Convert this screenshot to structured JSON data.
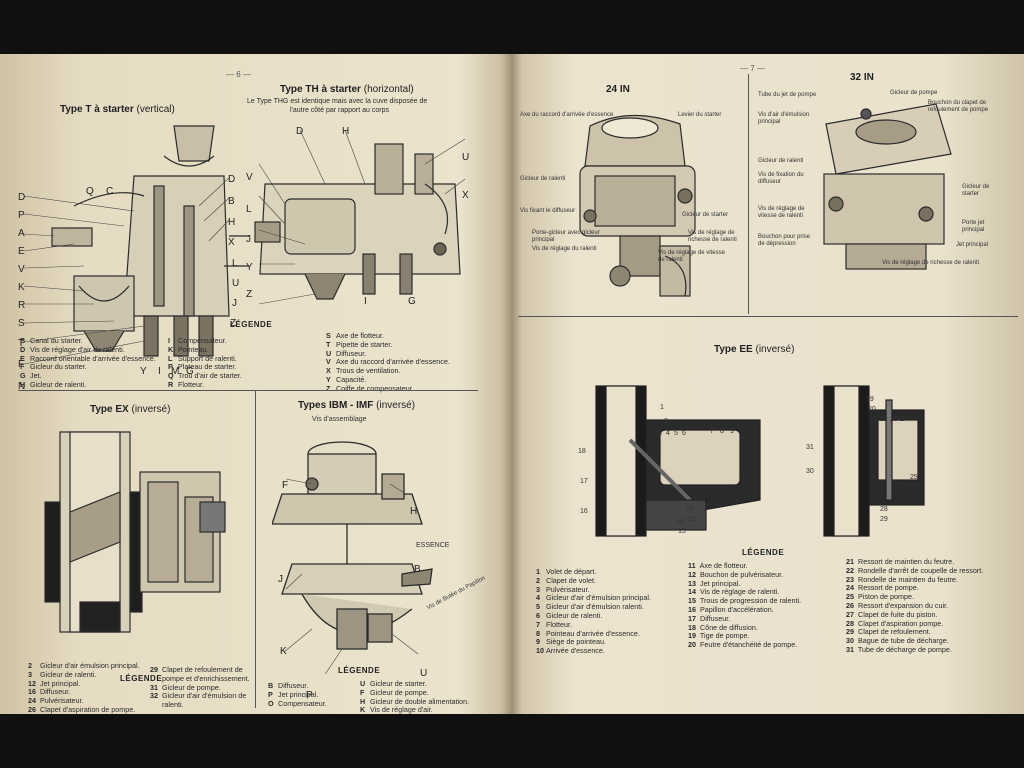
{
  "left_page": {
    "page_number": "— 6 —",
    "type_t": {
      "title": "Type T à starter",
      "mode": "(vertical)",
      "labels_left": [
        "D",
        "P",
        "A",
        "E",
        "V",
        "K",
        "R",
        "S",
        "T",
        "F",
        "N"
      ],
      "labels_top": [
        "Q",
        "C"
      ],
      "labels_right": [
        "D",
        "B",
        "H",
        "X",
        "L",
        "U",
        "J",
        "Z"
      ],
      "labels_bottom": [
        "Y",
        "I",
        "M",
        "G"
      ]
    },
    "type_th": {
      "title": "Type TH à starter",
      "mode": "(horizontal)",
      "note_line1": "Le Type THG est identique mais avec la cuve disposée de",
      "note_line2": "l'autre côté par rapport au corps",
      "labels_top": [
        "D",
        "H"
      ],
      "labels_left": [
        "V",
        "L",
        "J",
        "Y",
        "Z"
      ],
      "labels_right": [
        "U",
        "X"
      ],
      "labels_bottom": [
        "I",
        "G"
      ]
    },
    "legend_title": "LÉGENDE",
    "legend_cols": [
      [
        {
          "k": "B",
          "v": "Canal du starter."
        },
        {
          "k": "D",
          "v": "Vis de réglage d'air de ralenti."
        },
        {
          "k": "E",
          "v": "Raccord orientable d'arrivée d'essence."
        },
        {
          "k": "F",
          "v": "Gicleur du starter."
        },
        {
          "k": "G",
          "v": "Jet."
        },
        {
          "k": "H",
          "v": "Gicleur de ralenti."
        }
      ],
      [
        {
          "k": "I",
          "v": "Compensateur."
        },
        {
          "k": "K",
          "v": "Pointeau."
        },
        {
          "k": "L",
          "v": "Support de ralenti."
        },
        {
          "k": "P",
          "v": "Plateau de starter."
        },
        {
          "k": "Q",
          "v": "Trou d'air de starter."
        },
        {
          "k": "R",
          "v": "Flotteur."
        }
      ],
      [
        {
          "k": "S",
          "v": "Axe de flotteur."
        },
        {
          "k": "T",
          "v": "Pipette de starter."
        },
        {
          "k": "U",
          "v": "Diffuseur."
        },
        {
          "k": "V",
          "v": "Axe du raccord d'arrivée d'essence."
        },
        {
          "k": "X",
          "v": "Trous de ventilation."
        },
        {
          "k": "Y",
          "v": "Capacité."
        },
        {
          "k": "Z",
          "v": "Coiffe de compensateur."
        }
      ]
    ],
    "type_ex": {
      "title": "Type EX",
      "mode": "(inversé)",
      "legend_title": "LÉGENDE",
      "legend": [
        {
          "k": "2",
          "v": "Gicleur d'air émulsion principal."
        },
        {
          "k": "3",
          "v": "Gicleur de ralenti."
        },
        {
          "k": "12",
          "v": "Jet principal."
        },
        {
          "k": "16",
          "v": "Diffuseur."
        },
        {
          "k": "24",
          "v": "Pulvérisateur."
        },
        {
          "k": "26",
          "v": "Clapet d'aspiration de pompe."
        }
      ],
      "legend2": [
        {
          "k": "29",
          "v": "Clapet de refoulement de"
        },
        {
          "k": "",
          "v": "pompe et d'enrichissement."
        },
        {
          "k": "31",
          "v": "Gicleur de pompe."
        },
        {
          "k": "32",
          "v": "Gicleur d'air d'émulsion de"
        },
        {
          "k": "",
          "v": "ralenti."
        }
      ]
    },
    "type_ibm": {
      "title": "Types IBM - IMF",
      "mode": "(inversé)",
      "callout_top": "Vis d'assemblage",
      "callout_right": "ESSENCE",
      "callout_slant": "Vis de Butée du Papillon",
      "labels": [
        "F",
        "H",
        "J",
        "B",
        "K",
        "U",
        "P"
      ],
      "legend_title": "LÉGENDE",
      "legend1": [
        {
          "k": "B",
          "v": "Diffuseur."
        },
        {
          "k": "P",
          "v": "Jet principal."
        },
        {
          "k": "O",
          "v": "Compensateur."
        }
      ],
      "legend2": [
        {
          "k": "U",
          "v": "Gicleur de starter."
        },
        {
          "k": "F",
          "v": "Gicleur de pompe."
        },
        {
          "k": "H",
          "v": "Gicleur de double alimentation."
        },
        {
          "k": "K",
          "v": "Vis de réglage d'air."
        }
      ]
    }
  },
  "right_page": {
    "page_number": "— 7 —",
    "type_24in": {
      "title": "24 IN",
      "callouts_left": [
        "Axe du raccord d'arrivée d'essence",
        "Gicleur de ralenti",
        "Vis fixant le diffuseur",
        "Porte-gicleur avec gicleur principal",
        "Vis de réglage du ralenti"
      ],
      "callouts_right": [
        "Levier du starter",
        "Gicleur de starter",
        "Vis de réglage de richesse de ralenti",
        "Vis de réglage de vitesse de ralenti"
      ]
    },
    "type_32in": {
      "title": "32 IN",
      "callouts_left": [
        "Tube du jet de pompe",
        "Vis d'air d'émulsion principal",
        "Gicleur de ralenti",
        "Vis de fixation du diffuseur",
        "Vis de réglage de vitesse de ralenti",
        "Bouchon pour prise de dépression"
      ],
      "callouts_right": [
        "Gicleur de pompe",
        "Bouchon du clapet de refoulement de pompe",
        "Gicleur de starter",
        "Porte jet principal",
        "Jet principal",
        "Vis de réglage de richesse de ralenti"
      ]
    },
    "type_ee": {
      "title": "Type EE",
      "mode": "(inversé)",
      "numbers_left": [
        "1",
        "2",
        "3",
        "4",
        "5",
        "6",
        "7",
        "8",
        "9",
        "11",
        "10",
        "18",
        "17",
        "16",
        "14",
        "12",
        "13",
        "15"
      ],
      "numbers_right": [
        "19",
        "20",
        "21",
        "22",
        "23",
        "24",
        "31",
        "30",
        "25",
        "26",
        "27",
        "28",
        "29"
      ]
    },
    "legend_title": "LÉGENDE",
    "legend_cols": [
      [
        {
          "k": "1",
          "v": "Volet de départ."
        },
        {
          "k": "2",
          "v": "Clapet de volet."
        },
        {
          "k": "3",
          "v": "Pulvérisateur."
        },
        {
          "k": "4",
          "v": "Gicleur d'air d'émulsion principal."
        },
        {
          "k": "5",
          "v": "Gicleur d'air d'émulsion ralenti."
        },
        {
          "k": "6",
          "v": "Gicleur de ralenti."
        },
        {
          "k": "7",
          "v": "Flotteur."
        },
        {
          "k": "8",
          "v": "Pointeau d'arrivée d'essence."
        },
        {
          "k": "9",
          "v": "Siège de pointeau."
        },
        {
          "k": "10",
          "v": "Arrivée d'essence."
        }
      ],
      [
        {
          "k": "11",
          "v": "Axe de flotteur."
        },
        {
          "k": "12",
          "v": "Bouchon de pulvérisateur."
        },
        {
          "k": "13",
          "v": "Jet principal."
        },
        {
          "k": "14",
          "v": "Vis de réglage de ralenti."
        },
        {
          "k": "15",
          "v": "Trous de progression de ralenti."
        },
        {
          "k": "16",
          "v": "Papillon d'accélération."
        },
        {
          "k": "17",
          "v": "Diffuseur."
        },
        {
          "k": "18",
          "v": "Cône de diffusion."
        },
        {
          "k": "19",
          "v": "Tige de pompe."
        },
        {
          "k": "20",
          "v": "Feutre d'étanchéité de pompe."
        }
      ],
      [
        {
          "k": "21",
          "v": "Ressort de maintien du feutre."
        },
        {
          "k": "22",
          "v": "Rondelle d'arrêt de coupelle de ressort."
        },
        {
          "k": "23",
          "v": "Rondelle de maintien du feutre."
        },
        {
          "k": "24",
          "v": "Ressort de pompe."
        },
        {
          "k": "25",
          "v": "Piston de pompe."
        },
        {
          "k": "26",
          "v": "Ressort d'expansion du cuir."
        },
        {
          "k": "27",
          "v": "Clapet de fuite du piston."
        },
        {
          "k": "28",
          "v": "Clapet d'aspiration pompe."
        },
        {
          "k": "29",
          "v": "Clapet de refoulement."
        },
        {
          "k": "30",
          "v": "Bague de tube de décharge."
        },
        {
          "k": "31",
          "v": "Tube de décharge de pompe."
        }
      ]
    ]
  }
}
